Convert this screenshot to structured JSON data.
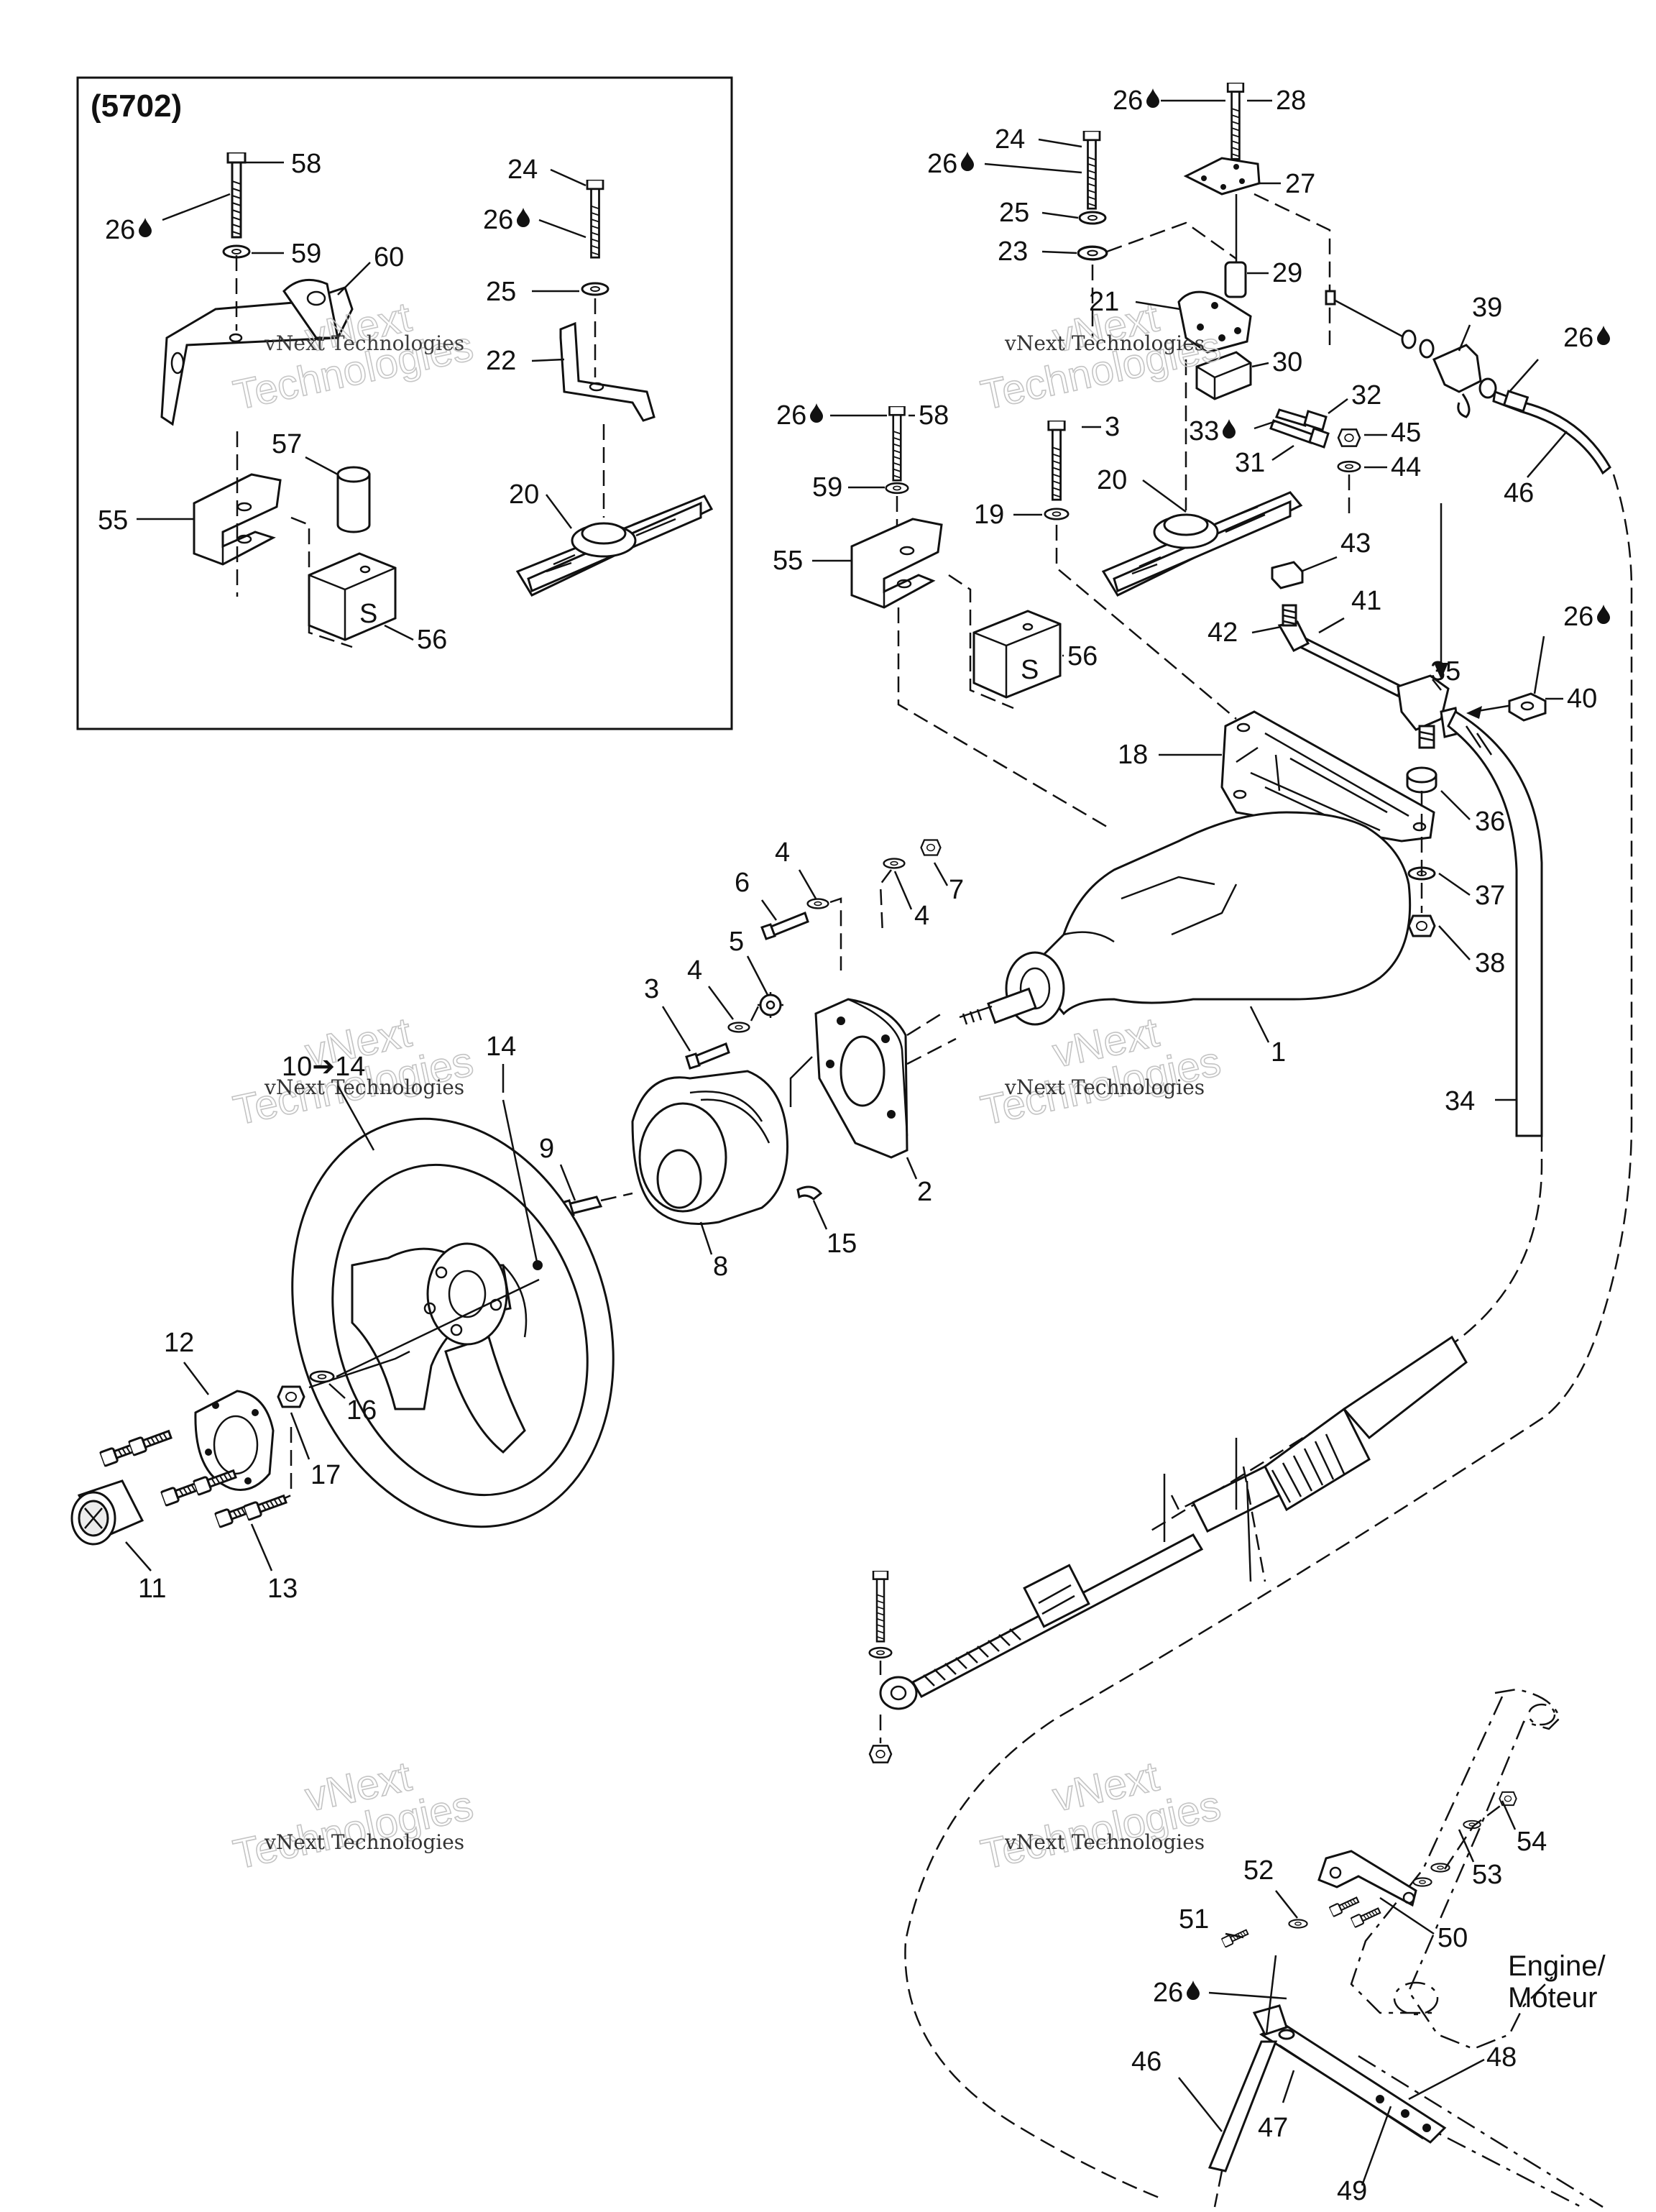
{
  "inset": {
    "title": "(5702)",
    "labels": [
      "58",
      "26",
      "59",
      "60",
      "24",
      "26",
      "25",
      "22",
      "57",
      "55",
      "56",
      "20"
    ]
  },
  "main": {
    "labels": [
      "26",
      "28",
      "24",
      "26",
      "27",
      "25",
      "23",
      "29",
      "21",
      "39",
      "26",
      "30",
      "26",
      "58",
      "3",
      "32",
      "33",
      "45",
      "31",
      "44",
      "46",
      "59",
      "20",
      "19",
      "43",
      "55",
      "42",
      "41",
      "26",
      "35",
      "40",
      "56",
      "18",
      "36",
      "37",
      "38",
      "4",
      "6",
      "7",
      "4",
      "5",
      "4",
      "3",
      "1",
      "10➔14",
      "14",
      "34",
      "9",
      "2",
      "15",
      "8",
      "12",
      "16",
      "17",
      "11",
      "13",
      "54",
      "53",
      "52",
      "50",
      "51",
      "26",
      "46",
      "47",
      "48",
      "49"
    ]
  },
  "engine_label": {
    "line1": "Engine/",
    "line2": "Moteur"
  },
  "watermark": {
    "line1": "vNext Technologies",
    "line2": "vNext",
    "line3": "Technologies"
  },
  "icons": {
    "sealant": "oil-drop-icon"
  }
}
